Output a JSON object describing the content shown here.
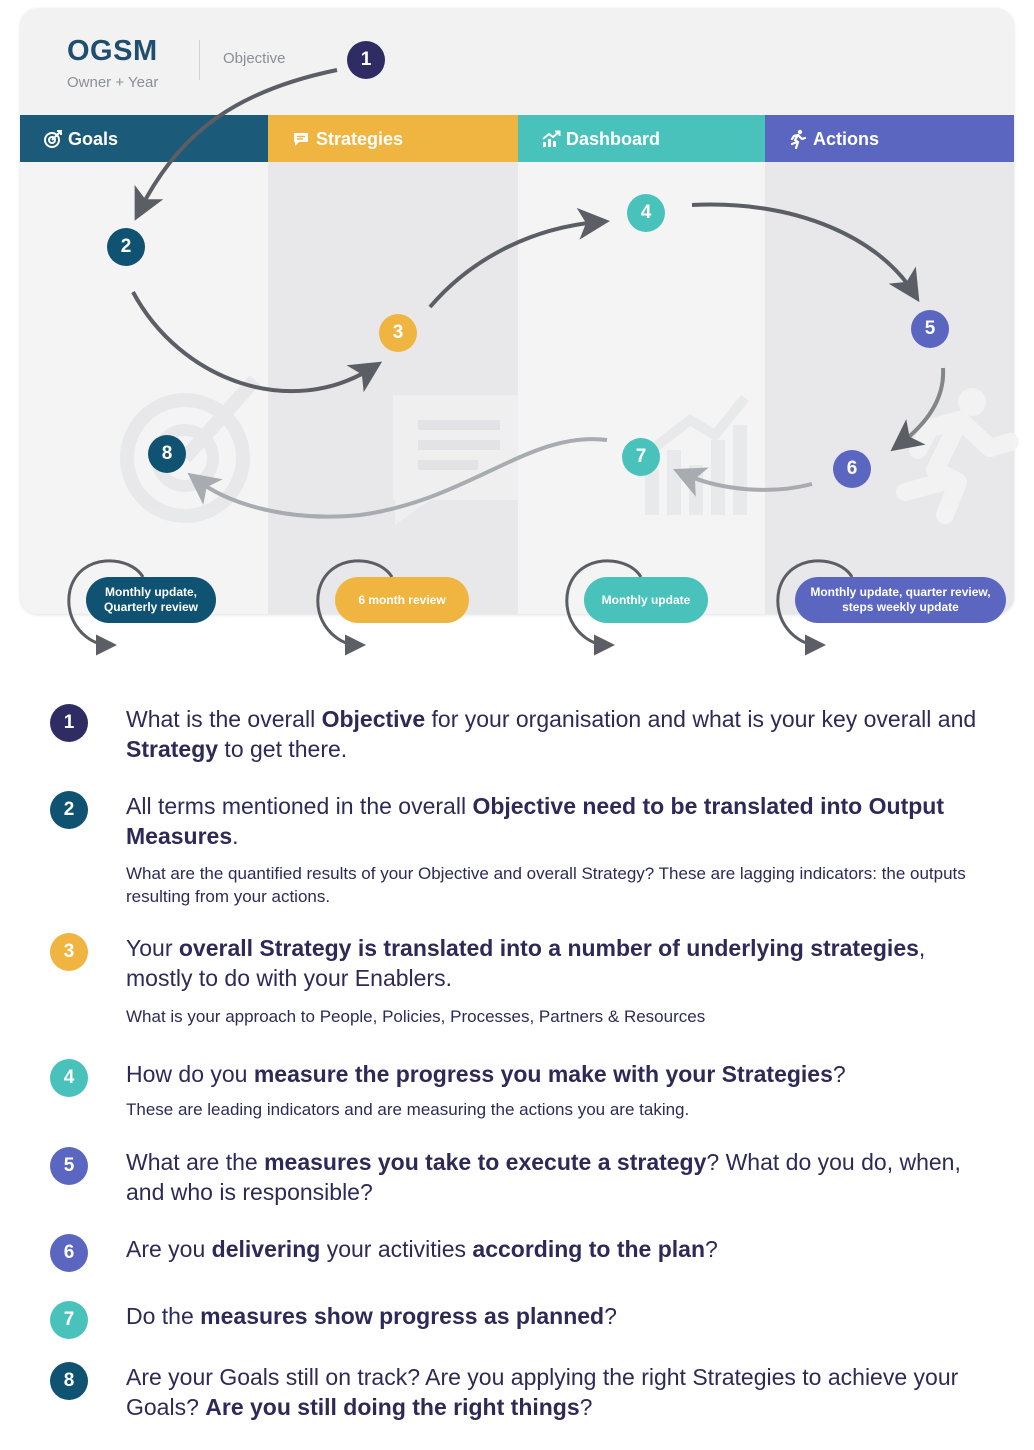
{
  "header": {
    "title": "OGSM",
    "subtitle": "Owner + Year",
    "objective_label": "Objective"
  },
  "columns": [
    {
      "label": "Goals",
      "icon": "target-icon",
      "color": "#1b5a78"
    },
    {
      "label": "Strategies",
      "icon": "chat-icon",
      "color": "#f0b441"
    },
    {
      "label": "Dashboard",
      "icon": "chart-icon",
      "color": "#48c2bb"
    },
    {
      "label": "Actions",
      "icon": "running-person-icon",
      "color": "#5b66c1"
    }
  ],
  "flow_steps": [
    "1",
    "2",
    "3",
    "4",
    "5",
    "6",
    "7",
    "8"
  ],
  "cadence": [
    {
      "label_line1": "Monthly update,",
      "label_line2": "Quarterly review",
      "color": "#0f5272"
    },
    {
      "label_line1": "6 month review",
      "label_line2": "",
      "color": "#f0b441"
    },
    {
      "label_line1": "Monthly update",
      "label_line2": "",
      "color": "#48c2bb"
    },
    {
      "label_line1": "Monthly update, quarter review,",
      "label_line2": "steps weekly update",
      "color": "#5b66c1"
    }
  ],
  "items": [
    {
      "num": "1",
      "color": "#2f2c63",
      "main": [
        {
          "t": "What is the overall "
        },
        {
          "t": "Objective",
          "b": true
        },
        {
          "t": " for your organisation and what is your key overall and "
        },
        {
          "t": "Strategy",
          "b": true
        },
        {
          "t": " to get there."
        }
      ],
      "sub": ""
    },
    {
      "num": "2",
      "color": "#0f5272",
      "main": [
        {
          "t": "All terms mentioned in the overall "
        },
        {
          "t": "Objective need to be translated into Output Measures",
          "b": true
        },
        {
          "t": "."
        }
      ],
      "sub": "What are the quantified results of your Objective and overall Strategy? These are lagging indicators: the outputs resulting from your actions."
    },
    {
      "num": "3",
      "color": "#f0b441",
      "main": [
        {
          "t": "Your "
        },
        {
          "t": "overall Strategy is translated into a number of underlying strategies",
          "b": true
        },
        {
          "t": ", mostly to do with your Enablers."
        }
      ],
      "sub": "What is your approach to People, Policies, Processes, Partners & Resources"
    },
    {
      "num": "4",
      "color": "#48c2bb",
      "main": [
        {
          "t": "How do you "
        },
        {
          "t": "measure the progress you make with your Strategies",
          "b": true
        },
        {
          "t": "?"
        }
      ],
      "sub": "These are leading indicators and are measuring the actions you are taking."
    },
    {
      "num": "5",
      "color": "#5b66c1",
      "main": [
        {
          "t": "What are the "
        },
        {
          "t": "measures you take to execute a strategy",
          "b": true
        },
        {
          "t": "? What do you do, when, and who is responsible?"
        }
      ],
      "sub": ""
    },
    {
      "num": "6",
      "color": "#5b66c1",
      "main": [
        {
          "t": "Are you "
        },
        {
          "t": "delivering",
          "b": true
        },
        {
          "t": " your activities "
        },
        {
          "t": "according to the plan",
          "b": true
        },
        {
          "t": "?"
        }
      ],
      "sub": ""
    },
    {
      "num": "7",
      "color": "#48c2bb",
      "main": [
        {
          "t": "Do the "
        },
        {
          "t": "measures show progress as planned",
          "b": true
        },
        {
          "t": "?"
        }
      ],
      "sub": ""
    },
    {
      "num": "8",
      "color": "#0f5272",
      "main": [
        {
          "t": "Are your Goals still on track? Are you applying the right Strategies to achieve your Goals? "
        },
        {
          "t": "Are you still doing the right things",
          "b": true
        },
        {
          "t": "?"
        }
      ],
      "sub": ""
    }
  ]
}
